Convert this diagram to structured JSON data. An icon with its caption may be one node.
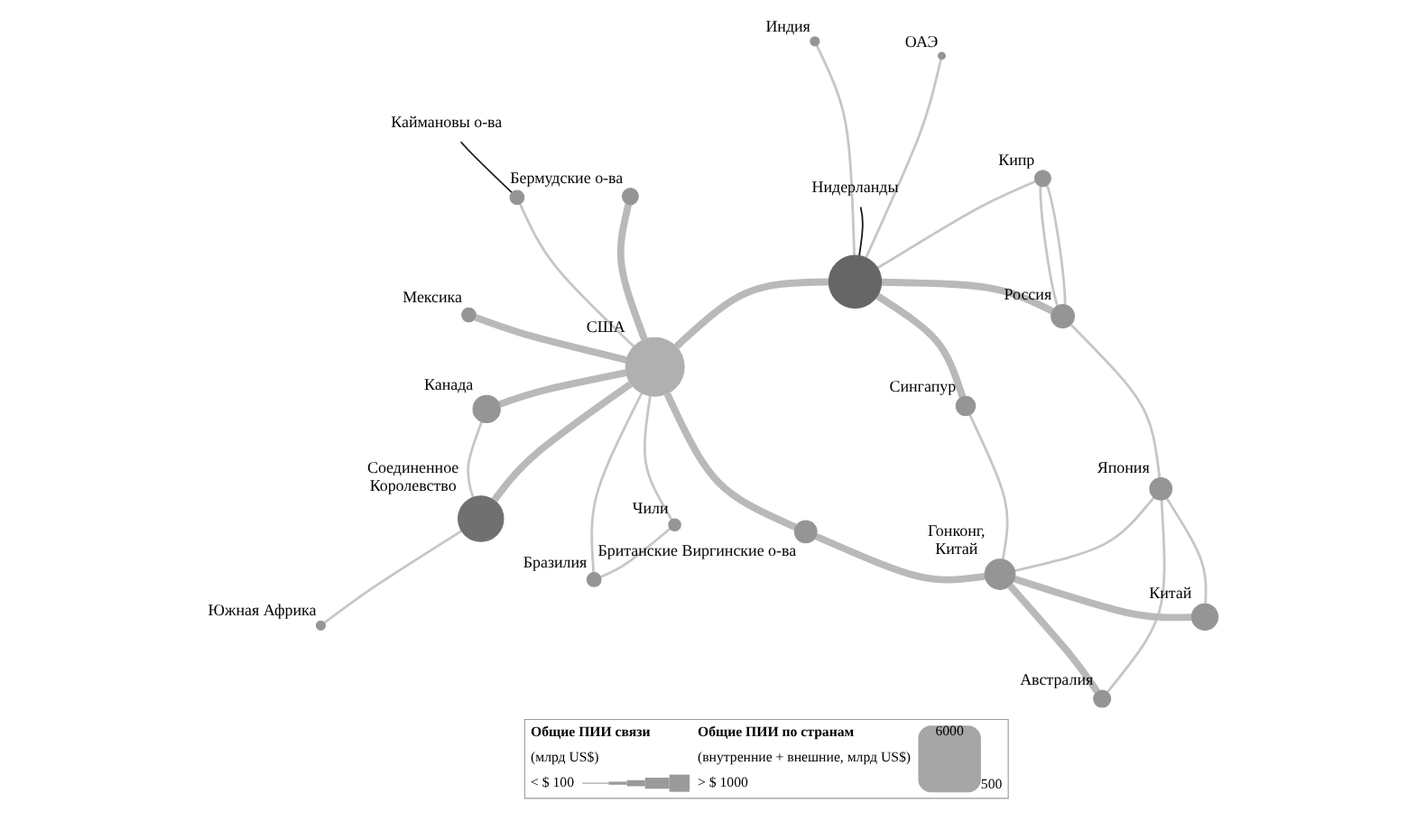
{
  "diagram": {
    "nodes": [
      {
        "text": [
          "Нидерланды"
        ]
      },
      {
        "text": [],
        "shape": "circle",
        "beside": [
          "Россия"
        ]
      },
      {
        "text": [],
        "shape": "circle",
        "beside": [
          "Канада"
        ]
      },
      {
        "text": [],
        "shape": "circle",
        "beside": [
          "Соединенное Королевство"
        ]
      },
      {
        "text": [],
        "shape": "circle"
      },
      {
        "text": [],
        "shape": "circle",
        "beside": [
          "Китай"
        ]
      },
      {
        "text": [],
        "shape": "circle",
        "beside": [
          "Япония"
        ]
      },
      {
        "text": [],
        "shape": "circle",
        "beside": [
          "США"
        ]
      },
      {
        "text": [],
        "shape": "circle",
        "beside": [
          "Бермудские о-ва"
        ]
      },
      {
        "text": [],
        "shape": "circle",
        "beside": [
          "Кипр"
        ]
      },
      {
        "text": [],
        "shape": "circle",
        "beside": [
          "Индия"
        ]
      },
      {
        "text": [],
        "shape": "circle",
        "beside": [
          "ОАЭ"
        ]
      },
      {
        "text": [],
        "shape": "circle"
      },
      {
        "text": [],
        "shape": "circle",
        "beside": [
          "Мексика"
        ]
      },
      {
        "text": [],
        "shape": "circle",
        "beside": [
          "Британские Виргинские о-ва"
        ]
      },
      {
        "text": [],
        "shape": "circle",
        "beside": [
          "Гонконг, Китай"
        ]
      },
      {
        "text": [
          "Каймановы о-ва"
        ]
      },
      {
        "text": [],
        "shape": "circle",
        "beside": [
          "Сингапур"
        ]
      },
      {
        "text": [],
        "shape": "circle",
        "beside": [
          "Бразилия"
        ]
      },
      {
        "text": [],
        "shape": "circle",
        "beside": [
          "Австралия"
        ]
      },
      {
        "text": [],
        "shape": "circle",
        "beside": [
          "Южная Африка"
        ]
      },
      {
        "text": [],
        "shape": "circle",
        "beside": [
          "Чили"
        ]
      }
    ],
    "edges": [
      {
        "from": 0,
        "to": 4,
        "arrow": "none",
        "color": "#1a1a1a"
      },
      {
        "from": 16,
        "to": 12,
        "arrow": "none",
        "color": "#1a1a1a"
      },
      {
        "from": 7,
        "to": 2,
        "arrow": "none",
        "style": "thick"
      },
      {
        "from": 7,
        "to": 13,
        "arrow": "none",
        "style": "thick"
      },
      {
        "from": 7,
        "to": 3,
        "arrow": "none",
        "style": "thick"
      },
      {
        "from": 7,
        "to": 4,
        "arrow": "none",
        "style": "thick"
      },
      {
        "from": 7,
        "to": 8,
        "arrow": "none",
        "style": "thick"
      },
      {
        "from": 7,
        "to": 14,
        "arrow": "none",
        "style": "thick"
      },
      {
        "from": 7,
        "to": 12,
        "arrow": "none"
      },
      {
        "from": 2,
        "to": 3,
        "arrow": "none"
      },
      {
        "from": 4,
        "to": 1,
        "arrow": "none",
        "style": "thick"
      },
      {
        "from": 9,
        "to": 1,
        "arrow": "none"
      },
      {
        "from": 1,
        "to": 9,
        "arrow": "none"
      },
      {
        "from": 4,
        "to": 9,
        "arrow": "none"
      },
      {
        "from": 4,
        "to": 10,
        "arrow": "none"
      },
      {
        "from": 4,
        "to": 11,
        "arrow": "none"
      },
      {
        "from": 14,
        "to": 15,
        "arrow": "none",
        "style": "thick"
      },
      {
        "from": 4,
        "to": 17,
        "arrow": "none",
        "style": "thick"
      },
      {
        "from": 15,
        "to": 5,
        "arrow": "none",
        "style": "thick"
      },
      {
        "from": 15,
        "to": 17,
        "arrow": "none"
      },
      {
        "from": 5,
        "to": 6,
        "arrow": "none"
      },
      {
        "from": 15,
        "to": 6,
        "arrow": "none"
      },
      {
        "from": 15,
        "to": 19,
        "arrow": "none",
        "style": "thick"
      },
      {
        "from": 6,
        "to": 19,
        "arrow": "none"
      },
      {
        "from": 1,
        "to": 6,
        "arrow": "none"
      },
      {
        "from": 3,
        "to": 20,
        "arrow": "none"
      },
      {
        "from": 7,
        "to": 18,
        "arrow": "none"
      },
      {
        "from": 18,
        "to": 21,
        "arrow": "none"
      },
      {
        "from": 7,
        "to": 21,
        "arrow": "none"
      }
    ],
    "labels": [
      "Общие ПИИ связи",
      "(млрд US$)",
      "Общие ПИИ по странам",
      "(внутренние + внешние, млрд US$)"
    ],
    "legend": [
      {
        "text": "< $ 100"
      },
      {
        "text": "> $ 1000"
      },
      {
        "text": "6000"
      },
      {
        "text": "500"
      }
    ]
  }
}
